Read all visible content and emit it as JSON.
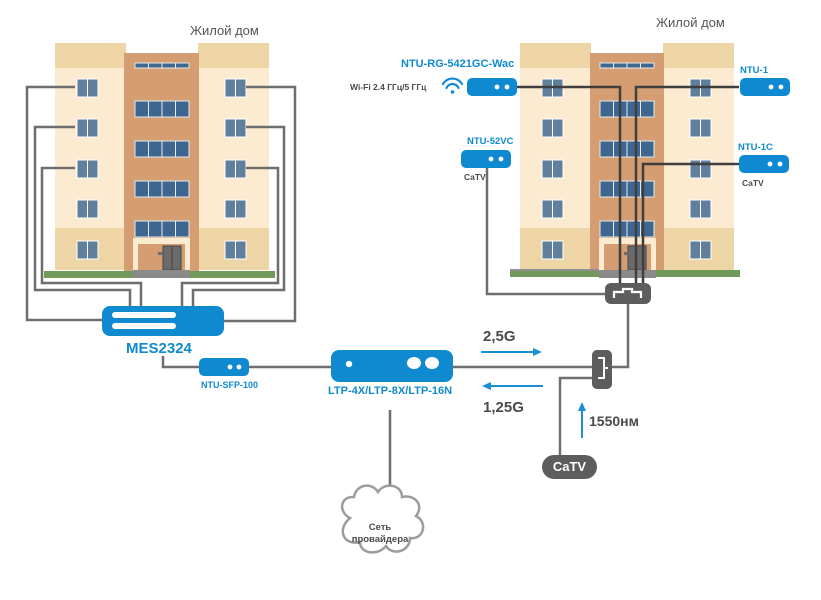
{
  "colors": {
    "device_blue": "#0f8ad1",
    "line_gray": "#6e6e6e",
    "dark_box": "#5d5d5d",
    "arrow_blue": "#1a8fd6",
    "building_light": "#fcebd0",
    "building_mid": "#eed5a6",
    "building_center": "#d59e72",
    "window": "#5f7f9d",
    "window_dark": "#3d6791",
    "grass": "#6f9a5a"
  },
  "buildings": [
    {
      "label": "Жилой дом"
    },
    {
      "label": "Жилой дом"
    }
  ],
  "devices": {
    "mes": {
      "label": "MES2324",
      "icon": "switch-icon"
    },
    "ntu_sfp": {
      "label": "NTU-SFP-100",
      "icon": "ont-icon"
    },
    "ltp": {
      "label": "LTP-4X/LTP-8X/LTP-16N",
      "icon": "olt-icon"
    },
    "ntu_rg": {
      "label": "NTU-RG-5421GC-Wac",
      "icon": "ont-icon"
    },
    "wifi": {
      "label": "Wi-Fi 2.4 ГГц/5 ГГц",
      "icon": "wifi-icon"
    },
    "ntu_52vc": {
      "label": "NTU-52VC",
      "sub": "CaTV",
      "icon": "ont-icon"
    },
    "ntu_1": {
      "label": "NTU-1",
      "icon": "ont-icon"
    },
    "ntu_1c": {
      "label": "NTU-1C",
      "sub": "CaTV",
      "icon": "ont-icon"
    },
    "catv_source": {
      "label": "CaTV"
    }
  },
  "links": {
    "downstream": "2,5G",
    "upstream": "1,25G",
    "catv_wavelength": "1550нм"
  },
  "cloud": {
    "line1": "Сеть",
    "line2": "провайдера"
  }
}
